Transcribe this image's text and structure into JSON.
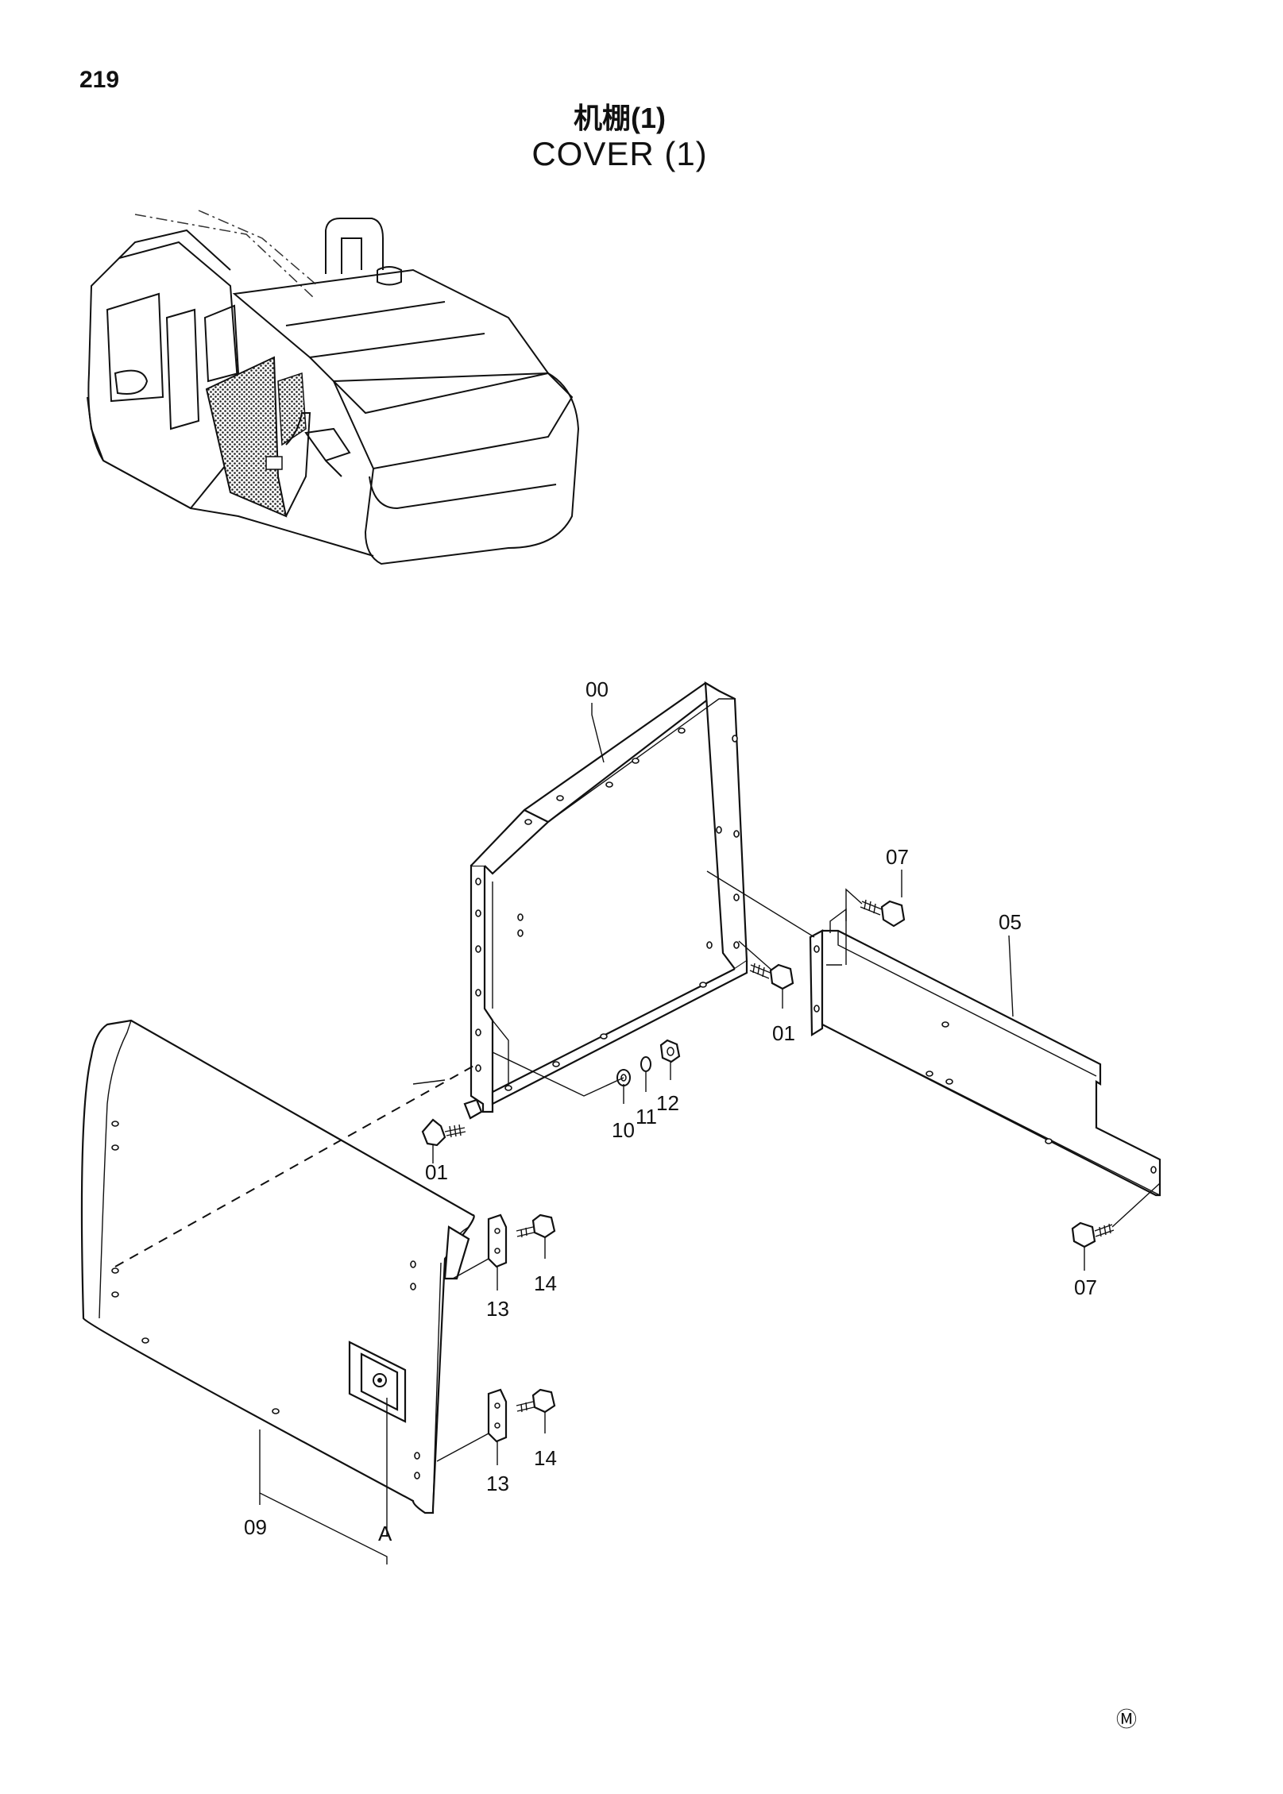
{
  "page_number": "219",
  "title_cn": "机棚(1)",
  "title_en": "COVER (1)",
  "mark": "Ⓜ",
  "callouts": {
    "c00": "00",
    "c01a": "01",
    "c01b": "01",
    "c05": "05",
    "c07a": "07",
    "c07b": "07",
    "c09": "09",
    "c10": "10",
    "c11": "11",
    "c12": "12",
    "c13a": "13",
    "c13b": "13",
    "c14a": "14",
    "c14b": "14",
    "detail_a": "A"
  }
}
